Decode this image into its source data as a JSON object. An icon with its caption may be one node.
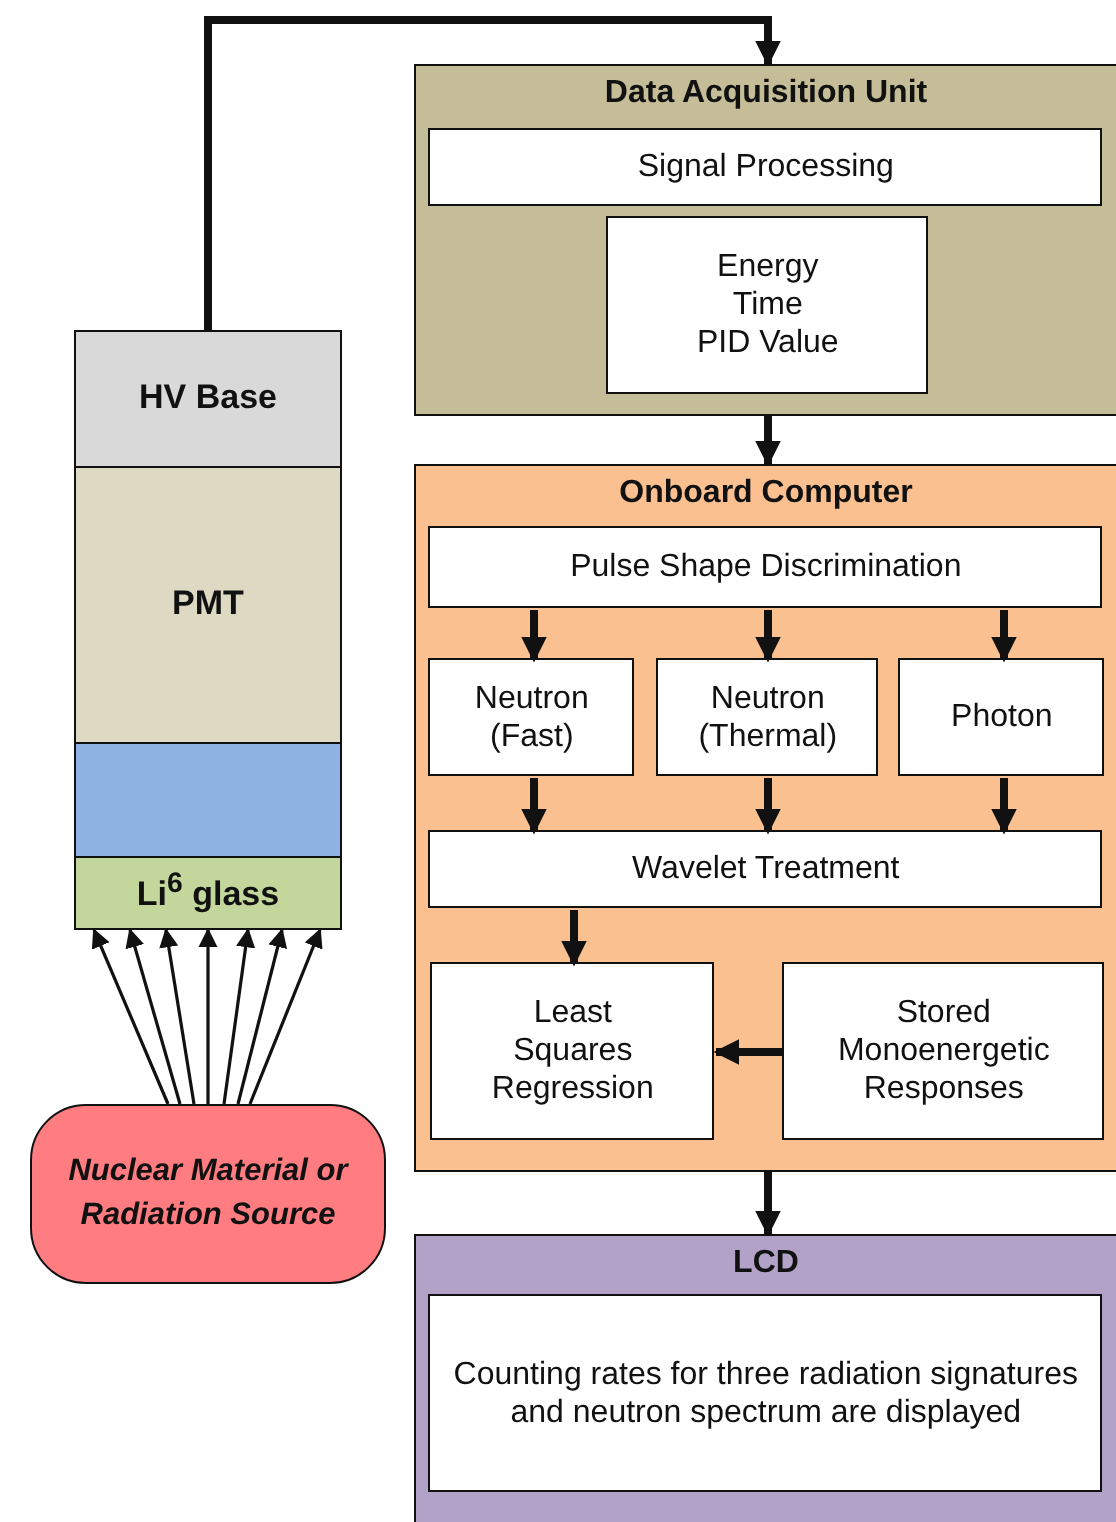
{
  "diagram": {
    "nodes": [
      {
        "text": [
          "HV Base"
        ]
      },
      {
        "text": [
          "PMT"
        ]
      },
      {
        "text": [],
        "shape": "box"
      },
      {
        "text": [
          "Li$^{6}$ glass"
        ]
      },
      {
        "text": [
          "Nuclear Material or Radiation Source"
        ]
      },
      {
        "text": [
          "Data Acquisition Unit"
        ]
      },
      {
        "text": [
          "Signal Processing"
        ],
        "in": 5
      },
      {
        "text": [
          "Energy",
          "Time",
          "PID Value"
        ],
        "in": 5
      },
      {
        "text": [
          "Onboard Computer"
        ]
      },
      {
        "text": [
          "Pulse Shape Discrimination"
        ],
        "in": 8
      },
      {
        "text": [
          "Neutron (Fast)"
        ],
        "in": 8
      },
      {
        "text": [
          "Neutron (Thermal)"
        ],
        "in": 8
      },
      {
        "text": [
          "Photon"
        ],
        "in": 8
      },
      {
        "text": [
          "Wavelet Treatment"
        ],
        "in": 8
      },
      {
        "text": [
          "Least Squares Regression"
        ],
        "in": 8
      },
      {
        "text": [
          "Stored Monoenergetic Responses"
        ],
        "in": 8
      },
      {
        "text": [
          "LCD"
        ]
      },
      {
        "text": [
          "Counting rates for three radiation signatures and neutron spectrum are displayed"
        ],
        "in": 16
      }
    ],
    "edges": [
      {
        "from": 0,
        "to": 5,
        "arrow": "to"
      },
      {
        "from": 5,
        "to": 8,
        "arrow": "to"
      },
      {
        "from": 9,
        "to": 10,
        "arrow": "to"
      },
      {
        "from": 9,
        "to": 11,
        "arrow": "to"
      },
      {
        "from": 9,
        "to": 12,
        "arrow": "to"
      },
      {
        "from": 10,
        "to": 13,
        "arrow": "to"
      },
      {
        "from": 11,
        "to": 13,
        "arrow": "to"
      },
      {
        "from": 12,
        "to": 13,
        "arrow": "to"
      },
      {
        "from": 13,
        "to": 14,
        "arrow": "to"
      },
      {
        "from": 15,
        "to": 14,
        "arrow": "to"
      },
      {
        "from": 8,
        "to": 16,
        "arrow": "to"
      },
      {
        "from": 4,
        "to": 3,
        "arrow": "to"
      },
      {
        "from": 4,
        "to": 3,
        "arrow": "to"
      },
      {
        "from": 4,
        "to": 3,
        "arrow": "to"
      },
      {
        "from": 4,
        "to": 3,
        "arrow": "to"
      },
      {
        "from": 4,
        "to": 3,
        "arrow": "to"
      },
      {
        "from": 4,
        "to": 3,
        "arrow": "to"
      },
      {
        "from": 4,
        "to": 3,
        "arrow": "to"
      }
    ]
  }
}
